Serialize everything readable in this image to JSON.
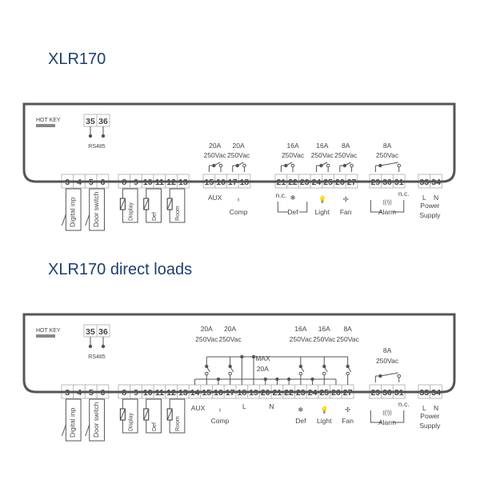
{
  "diagrams": [
    {
      "title": "XLR170",
      "hotkey_label": "HOT KEY",
      "rs485_terminals": [
        "35",
        "36"
      ],
      "rs485_label": "RS485",
      "terminal_groups": [
        [
          "3",
          "4",
          "5",
          "6"
        ],
        [
          "8",
          "9",
          "10",
          "11",
          "12",
          "13"
        ],
        [
          "15",
          "16",
          "17",
          "18"
        ],
        [
          "21",
          "22",
          "23",
          "24",
          "25",
          "26",
          "27"
        ],
        [
          "29",
          "30",
          "31"
        ],
        [
          "33",
          "34"
        ]
      ],
      "inputs": [
        "Digital inp",
        "Door switch"
      ],
      "probes": [
        "Display",
        "Def",
        "Room"
      ],
      "ratings": [
        {
          "current": "20A",
          "voltage": "250Vac"
        },
        {
          "current": "20A",
          "voltage": "250Vac"
        },
        {
          "current": "16A",
          "voltage": "250Vac"
        },
        {
          "current": "16A",
          "voltage": "250Vac"
        },
        {
          "current": "8A",
          "voltage": "250Vac"
        },
        {
          "current": "8A",
          "voltage": "250Vac"
        }
      ],
      "loads": {
        "aux": "AUX",
        "comp": "Comp",
        "def_nc": "n.c.",
        "def": "Def",
        "light": "Light",
        "fan": "Fan",
        "alarm": "Alarm",
        "alarm_nc": "n.c.",
        "l": "L",
        "n": "N",
        "power": "Power",
        "supply": "Supply"
      }
    },
    {
      "title": "XLR170 direct loads",
      "hotkey_label": "HOT KEY",
      "rs485_terminals": [
        "35",
        "36"
      ],
      "rs485_label": "RS485",
      "terminal_groups": [
        [
          "3",
          "4",
          "5",
          "6"
        ],
        [
          "8",
          "9",
          "10",
          "11",
          "12",
          "13",
          "14",
          "15",
          "16",
          "17",
          "18",
          "19",
          "20",
          "21",
          "22",
          "23",
          "24",
          "25",
          "26",
          "27"
        ],
        [
          "29",
          "30",
          "31"
        ],
        [
          "33",
          "34"
        ]
      ],
      "inputs": [
        "Digital inp",
        "Door switch"
      ],
      "probes": [
        "Display",
        "Def",
        "Room"
      ],
      "ratings": [
        {
          "current": "20A",
          "voltage": "250Vac"
        },
        {
          "current": "20A",
          "voltage": "250Vac"
        },
        {
          "current": "16A",
          "voltage": "250Vac"
        },
        {
          "current": "16A",
          "voltage": "250Vac"
        },
        {
          "current": "8A",
          "voltage": "250Vac"
        },
        {
          "current": "8A",
          "voltage": "250Vac"
        }
      ],
      "max_label": "MAX",
      "max_current": "20A",
      "loads": {
        "aux": "AUX",
        "comp": "Comp",
        "l": "L",
        "n": "N",
        "def": "Def",
        "light": "Light",
        "fan": "Fan",
        "alarm": "Alarm",
        "alarm_nc": "n.c.",
        "power": "Power",
        "supply": "Supply"
      }
    }
  ]
}
